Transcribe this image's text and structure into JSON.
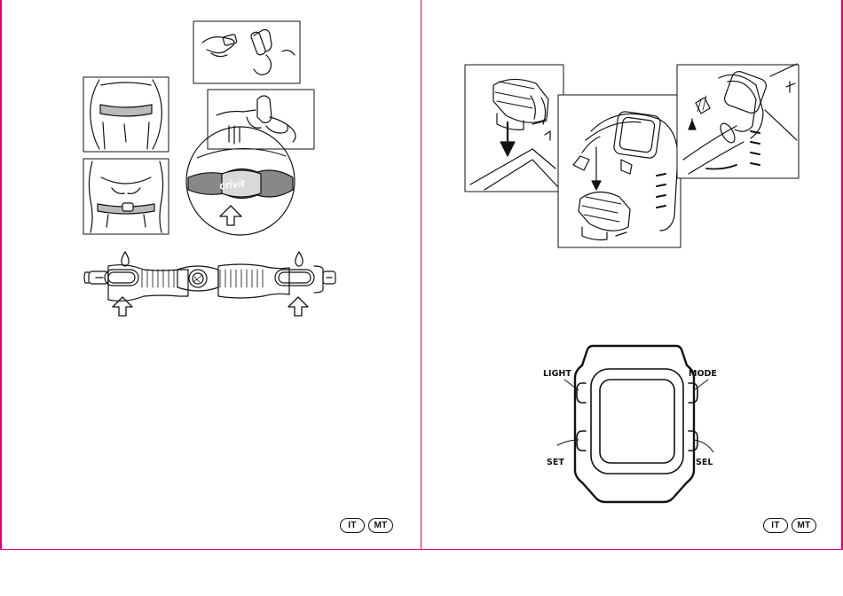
{
  "strap": {
    "brand": "crivit"
  },
  "watch": {
    "buttons": {
      "light": "LIGHT",
      "mode": "MODE",
      "set": "SET",
      "sel": "SEL"
    }
  },
  "footer": {
    "left_badges": [
      "IT",
      "MT"
    ],
    "right_badges": [
      "IT",
      "MT"
    ]
  },
  "colors": {
    "trim_line": "#e0007a",
    "line_art": "#111111"
  }
}
